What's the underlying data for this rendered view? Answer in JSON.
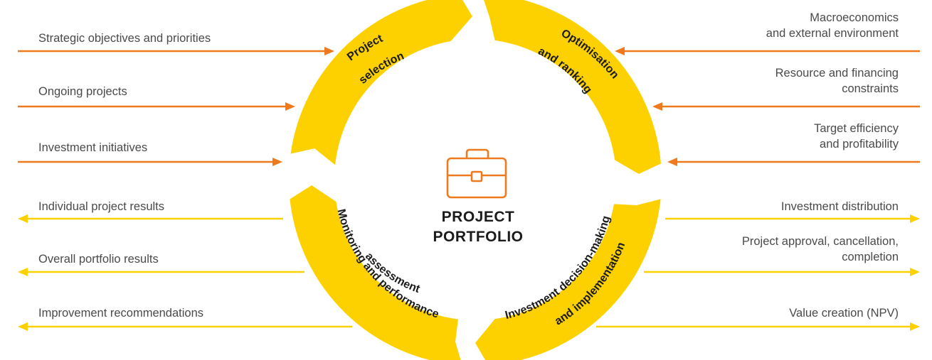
{
  "center": {
    "title_line1": "PROJECT",
    "title_line2": "PORTFOLIO",
    "icon": "briefcase-icon"
  },
  "segments": [
    {
      "id": "project-selection",
      "lines": [
        "Project",
        "selection"
      ]
    },
    {
      "id": "optimisation-ranking",
      "lines": [
        "Optimisation",
        "and ranking"
      ]
    },
    {
      "id": "investment-decision",
      "lines": [
        "Investment decision-making",
        "and implementation"
      ]
    },
    {
      "id": "monitoring-assessment",
      "lines": [
        "Monitoring and performance",
        "assessment"
      ]
    }
  ],
  "left_inputs": [
    {
      "label": "Strategic objectives and priorities"
    },
    {
      "label": "Ongoing projects"
    },
    {
      "label": "Investment initiatives"
    }
  ],
  "left_outputs": [
    {
      "label": "Individual project results"
    },
    {
      "label": "Overall portfolio results"
    },
    {
      "label": "Improvement recommendations"
    }
  ],
  "right_inputs": [
    {
      "line1": "Macroeconomics",
      "line2": "and external environment"
    },
    {
      "line1": "Resource and financing",
      "line2": "constraints"
    },
    {
      "line1": "Target efficiency",
      "line2": "and profitability"
    }
  ],
  "right_outputs": [
    {
      "line1": "Investment distribution",
      "line2": ""
    },
    {
      "line1": "Project approval, cancellation,",
      "line2": "completion"
    },
    {
      "line1": "Value creation (NPV)",
      "line2": ""
    }
  ],
  "colors": {
    "ring": "#FDD100",
    "input_arrow": "#EF7A1E",
    "output_arrow": "#FDD100",
    "briefcase": "#EF7A1E",
    "label_text": "#4a4a4a",
    "segment_text": "#1b1b1b"
  }
}
